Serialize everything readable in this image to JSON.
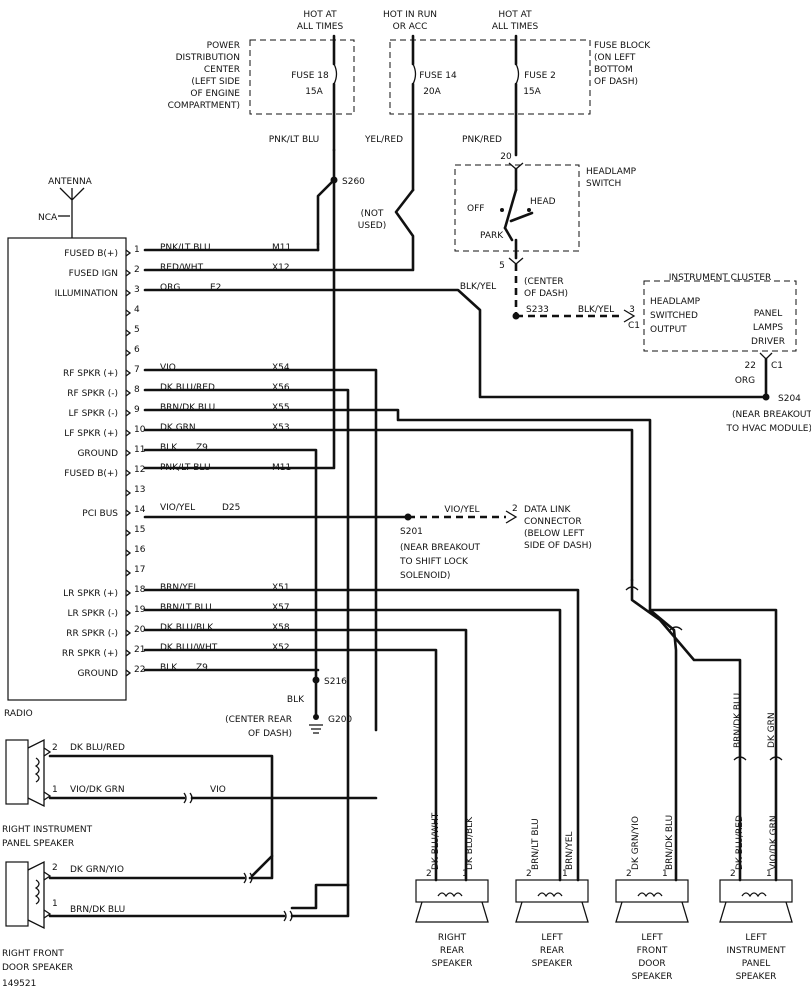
{
  "top": {
    "hot_at_all_times_1": [
      "HOT AT",
      "ALL TIMES"
    ],
    "hot_in_run": [
      "HOT IN RUN",
      "OR ACC"
    ],
    "hot_at_all_times_2": [
      "HOT AT",
      "ALL TIMES"
    ],
    "pdc_label": [
      "POWER",
      "DISTRIBUTION",
      "CENTER",
      "(LEFT SIDE",
      "OF ENGINE",
      "COMPARTMENT)"
    ],
    "fuse_block_label": [
      "FUSE BLOCK",
      "(ON LEFT",
      "BOTTOM",
      "OF DASH)"
    ],
    "fuse18": [
      "FUSE 18",
      "15A"
    ],
    "fuse14": [
      "FUSE 14",
      "20A"
    ],
    "fuse2": [
      "FUSE 2",
      "15A"
    ]
  },
  "wires": {
    "pnk_lt_blu": "PNK/LT BLU",
    "yel_red": "YEL/RED",
    "pnk_red": "PNK/RED",
    "splice_s260": "S260",
    "not_used": [
      "(NOT",
      "USED)"
    ],
    "pin20": "20",
    "pin5": "5",
    "blk_yel": "BLK/YEL",
    "center_of_dash": [
      "(CENTER",
      "OF DASH)"
    ],
    "s233": "S233",
    "blk_yel_2": "BLK/YEL",
    "pin3": "3",
    "c1a": "C1",
    "c1b": "C1",
    "pin22": "22",
    "org": "ORG",
    "s204": "S204",
    "s204_note": [
      "(NEAR BREAKOUT",
      "TO HVAC MODULE)"
    ]
  },
  "headlamp": {
    "title": [
      "HEADLAMP",
      "SWITCH"
    ],
    "off": "OFF",
    "head": "HEAD",
    "park": "PARK"
  },
  "cluster": {
    "title": "INSTRUMENT CLUSTER",
    "left": [
      "HEADLAMP",
      "SWITCHED",
      "OUTPUT"
    ],
    "right": [
      "PANEL",
      "LAMPS",
      "DRIVER"
    ]
  },
  "antenna": {
    "label": "ANTENNA",
    "nca": "NCA"
  },
  "radio": {
    "name": "RADIO",
    "pins": [
      {
        "n": "1",
        "label": "FUSED B(+)",
        "color": "PNK/LT BLU",
        "circuit": "M11"
      },
      {
        "n": "2",
        "label": "FUSED IGN",
        "color": "RED/WHT",
        "circuit": "X12"
      },
      {
        "n": "3",
        "label": "ILLUMINATION",
        "color": "ORG",
        "circuit": "E2"
      },
      {
        "n": "4",
        "label": "",
        "color": "",
        "circuit": ""
      },
      {
        "n": "5",
        "label": "",
        "color": "",
        "circuit": ""
      },
      {
        "n": "6",
        "label": "",
        "color": "",
        "circuit": ""
      },
      {
        "n": "7",
        "label": "RF SPKR (+)",
        "color": "VIO",
        "circuit": "X54"
      },
      {
        "n": "8",
        "label": "RF SPKR (-)",
        "color": "DK BLU/RED",
        "circuit": "X56"
      },
      {
        "n": "9",
        "label": "LF SPKR (-)",
        "color": "BRN/DK BLU",
        "circuit": "X55"
      },
      {
        "n": "10",
        "label": "LF SPKR (+)",
        "color": "DK GRN",
        "circuit": "X53"
      },
      {
        "n": "11",
        "label": "GROUND",
        "color": "BLK",
        "circuit": "Z9"
      },
      {
        "n": "12",
        "label": "FUSED B(+)",
        "color": "PNK/LT BLU",
        "circuit": "M11"
      },
      {
        "n": "13",
        "label": "",
        "color": "",
        "circuit": ""
      },
      {
        "n": "14",
        "label": "PCI BUS",
        "color": "VIO/YEL",
        "circuit": "D25"
      },
      {
        "n": "15",
        "label": "",
        "color": "",
        "circuit": ""
      },
      {
        "n": "16",
        "label": "",
        "color": "",
        "circuit": ""
      },
      {
        "n": "17",
        "label": "",
        "color": "",
        "circuit": ""
      },
      {
        "n": "18",
        "label": "LR SPKR (+)",
        "color": "BRN/YEL",
        "circuit": "X51"
      },
      {
        "n": "19",
        "label": "LR SPKR (-)",
        "color": "BRN/LT BLU",
        "circuit": "X57"
      },
      {
        "n": "20",
        "label": "RR SPKR (-)",
        "color": "DK BLU/BLK",
        "circuit": "X58"
      },
      {
        "n": "21",
        "label": "RR SPKR (+)",
        "color": "DK BLU/WHT",
        "circuit": "X52"
      },
      {
        "n": "22",
        "label": "GROUND",
        "color": "BLK",
        "circuit": "Z9"
      }
    ]
  },
  "data_link": {
    "wire": "VIO/YEL",
    "pin": "2",
    "label": [
      "DATA LINK",
      "CONNECTOR",
      "(BELOW LEFT",
      "SIDE OF DASH)"
    ],
    "s201": "S201",
    "s201_note": [
      "(NEAR BREAKOUT",
      "TO SHIFT LOCK",
      "SOLENOID)"
    ]
  },
  "ground": {
    "s216": "S216",
    "blk": "BLK",
    "g200": "G200",
    "note": [
      "(CENTER REAR",
      "OF DASH)"
    ]
  },
  "left_speakers": {
    "rip_pin2": "2",
    "rip_pin1": "1",
    "rip_w2": "DK BLU/RED",
    "rip_w1": "VIO/DK GRN",
    "rip_vio": "VIO",
    "rip_label": [
      "RIGHT INSTRUMENT",
      "PANEL SPEAKER"
    ],
    "rfd_pin2": "2",
    "rfd_pin1": "1",
    "rfd_w2": "DK GRN/YIO",
    "rfd_w1": "BRN/DK BLU",
    "rfd_label": [
      "RIGHT FRONT",
      "DOOR SPEAKER"
    ],
    "figure_no": "149521"
  },
  "bottom_speakers": [
    {
      "w2": "DK BLU/WHT",
      "w1": "DK BLU/BLK",
      "label": [
        "RIGHT",
        "REAR",
        "SPEAKER"
      ]
    },
    {
      "w2": "BRN/LT BLU",
      "w1": "BRN/YEL",
      "label": [
        "LEFT",
        "REAR",
        "SPEAKER"
      ]
    },
    {
      "w2": "DK GRN/YIO",
      "w1": "BRN/DK BLU",
      "label": [
        "LEFT",
        "FRONT",
        "DOOR",
        "SPEAKER"
      ]
    },
    {
      "w2": "DK BLU/RED",
      "w1": "VIO/DK GRN",
      "label": [
        "LEFT",
        "INSTRUMENT",
        "PANEL",
        "SPEAKER"
      ]
    }
  ],
  "right_upper": {
    "brn_dk_blu": "BRN/DK BLU",
    "dk_grn": "DK GRN"
  }
}
